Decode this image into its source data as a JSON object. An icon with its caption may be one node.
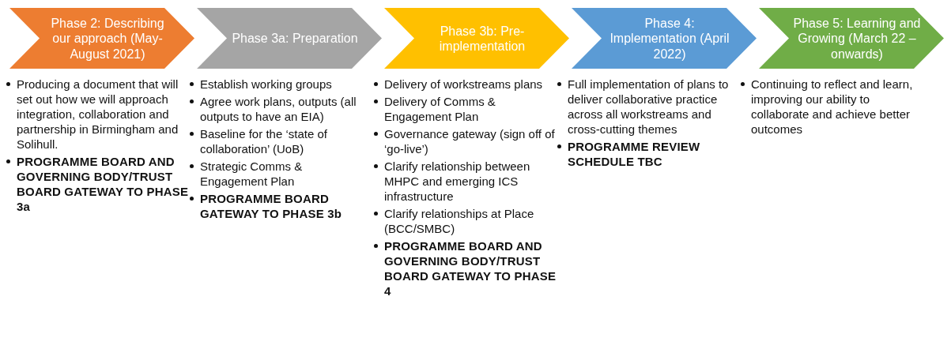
{
  "diagram": {
    "nodes": [
      {
        "text": [
          "Phase 2: Describing our approach (May-August 2021)"
        ],
        "beside": [
          "Producing a document that will set out how we will approach integration, collaboration and partnership in Birmingham and Solihull.",
          "PROGRAMME BOARD AND GOVERNING BODY/TRUST BOARD GATEWAY TO PHASE 3a"
        ]
      },
      {
        "text": [
          "Phase 3a: Preparation"
        ],
        "beside": [
          "Establish working groups",
          "Agree work plans, outputs (all outputs to have an EIA)",
          "Baseline for the ‘state of collaboration’ (UoB)",
          "Strategic Comms & Engagement Plan",
          "PROGRAMME BOARD GATEWAY TO PHASE 3b"
        ]
      },
      {
        "text": [
          "Phase 3b: Pre-implementation"
        ],
        "beside": [
          "Delivery of workstreams plans",
          "Delivery of Comms & Engagement Plan",
          "Governance gateway (sign off of ‘go-live’)",
          "Clarify relationship between MHPC and emerging ICS infrastructure",
          "Clarify relationships at Place (BCC/SMBC)",
          "PROGRAMME BOARD AND GOVERNING BODY/TRUST BOARD GATEWAY TO PHASE 4"
        ]
      },
      {
        "text": [
          "Phase 4: Implementation (April 2022)"
        ],
        "beside": [
          "Full implementation of plans to deliver collaborative practice across all workstreams and cross-cutting themes",
          "PROGRAMME REVIEW SCHEDULE TBC"
        ]
      },
      {
        "text": [
          "Phase 5: Learning and Growing (March 22 – onwards)"
        ],
        "beside": [
          "Continuing to reflect and learn, improving our ability to collaborate and achieve better outcomes"
        ]
      }
    ]
  }
}
